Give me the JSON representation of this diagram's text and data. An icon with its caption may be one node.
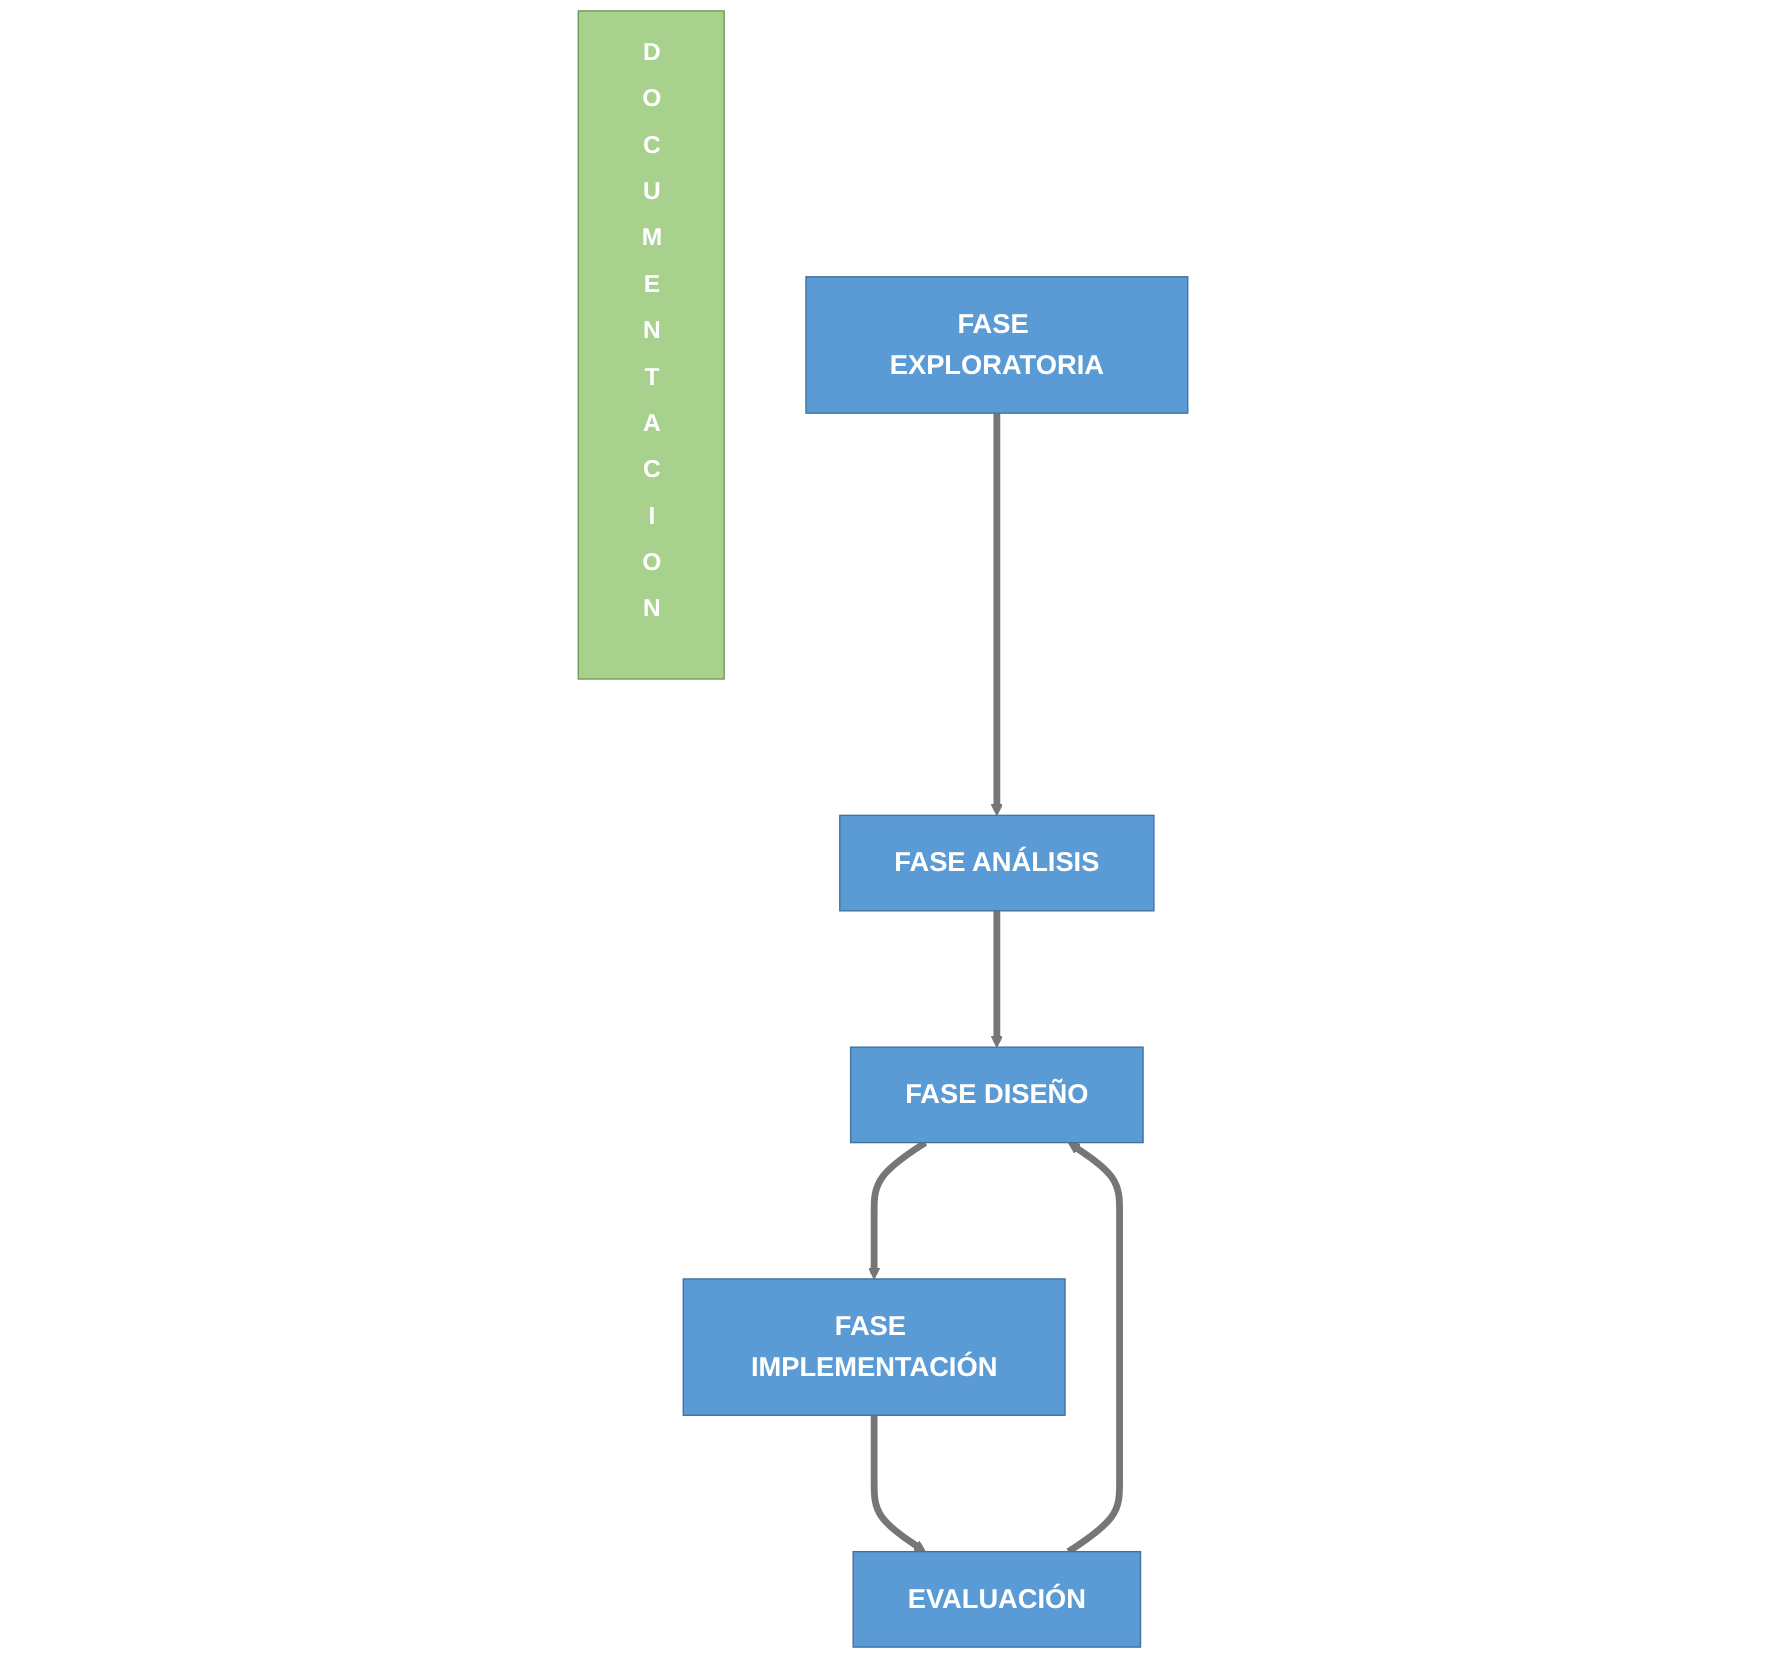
{
  "diagram": {
    "nodes": [
      {
        "text": [
          "DOCUMENTACION"
        ]
      },
      {
        "text": [
          "FASE EXPLORATORIA"
        ]
      },
      {
        "text": [
          "FASE ANÁLISIS"
        ]
      },
      {
        "text": [
          "FASE DISEÑO"
        ]
      },
      {
        "text": [
          "FASE IMPLEMENTACIÓN"
        ]
      },
      {
        "text": [
          "EVALUACIÓN"
        ]
      }
    ],
    "edges": [
      {
        "from": 1,
        "to": 2,
        "arrow": "to"
      },
      {
        "from": 2,
        "to": 3,
        "arrow": "to"
      },
      {
        "from": 3,
        "to": 4,
        "arrow": "to"
      },
      {
        "from": 4,
        "to": 5,
        "arrow": "to"
      },
      {
        "from": 5,
        "to": 3,
        "arrow": "to"
      }
    ]
  }
}
